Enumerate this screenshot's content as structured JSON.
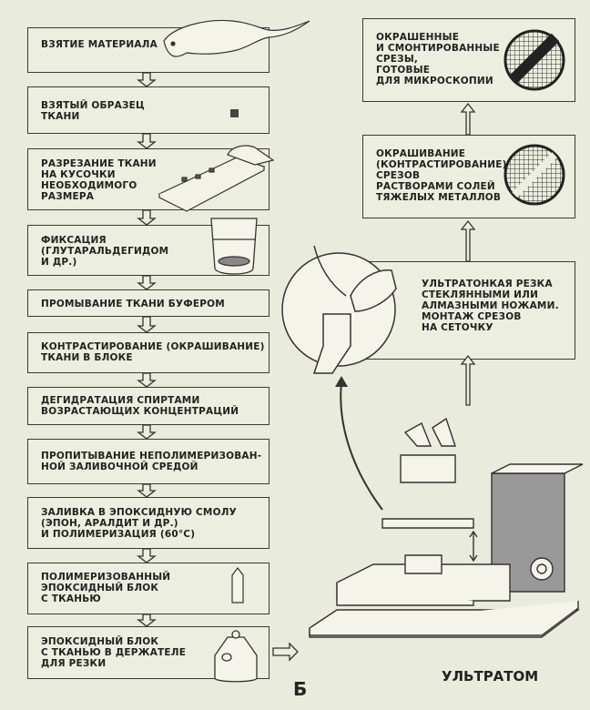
{
  "steps": [
    "Взятие материала",
    "Взятый образец\nткани",
    "Разрезание ткани\nна кусочки\nнеобходимого\nразмера",
    "Фиксация\n(глутаральдегидом\nи др.)",
    "Промывание ткани буфером",
    "Контрастирование (окрашивание)\nткани в блоке",
    "Дегидратация спиртами\nвозрастающих концентраций",
    "Пропитывание неполимеризован-\nной заливочной средой",
    "Заливка в эпоксидную смолу\n(эпон, аралдит и др.)\nи полимеризация (60°C)",
    "Полимеризованный\nэпоксидный блок\nс тканью",
    "Эпоксидный блок\nс тканью в держателе\nдля резки"
  ],
  "right_steps": [
    "Окрашенные\nи смонтированные\nсрезы,\nготовые\nдля микроскопии",
    "Окрашивание\n(контрастирование)\nсрезов\nрастворами солей\nтяжелых металлов",
    "Ультратонкая резка\nстеклянными или\nалмазными ножами.\nМонтаж срезов\nна сеточку"
  ],
  "device_label": "Ультратом",
  "caption": "Б"
}
